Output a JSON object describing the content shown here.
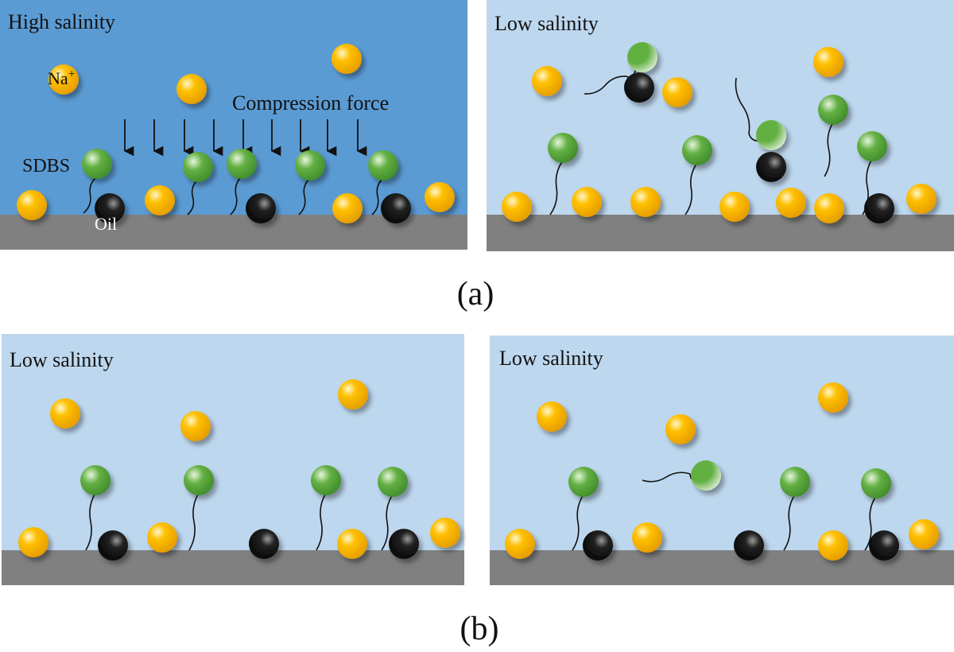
{
  "figure": {
    "parts": [
      {
        "caption": "(a)",
        "panels": [
          {
            "title": "High salinity",
            "water_color": "#5b9bd3",
            "labels": {
              "ion": "Na",
              "ion_charge": "+",
              "surfactant": "SDBS",
              "oil": "Oil",
              "force": "Compression force"
            }
          },
          {
            "title": "Low salinity",
            "water_color": "#bdd7ee"
          }
        ]
      },
      {
        "caption": "(b)",
        "panels": [
          {
            "title": "Low salinity",
            "water_color": "#bdd7ee"
          },
          {
            "title": "Low salinity",
            "water_color": "#bdd7ee"
          }
        ]
      }
    ],
    "colors": {
      "rock": "#808080",
      "sodium_ion": "#ffc000",
      "surfactant_head": "#63b043",
      "oil_droplet": "#111111",
      "tail": "#111111"
    }
  }
}
